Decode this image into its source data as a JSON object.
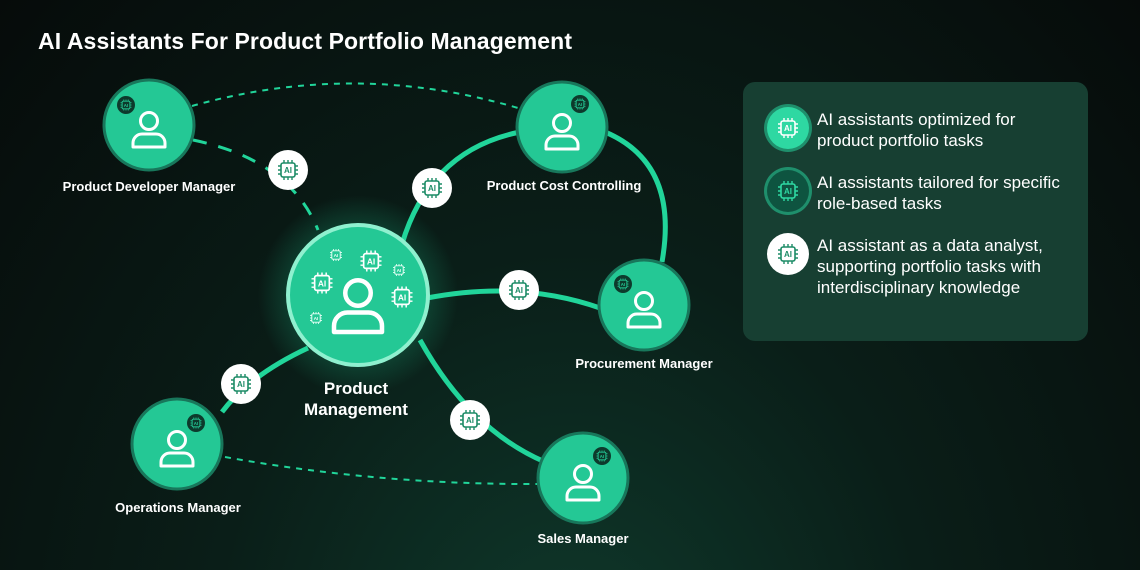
{
  "title": "AI Assistants For Product Portfolio Management",
  "center": {
    "line1": "Product",
    "line2": "Management"
  },
  "nodes": {
    "developer": "Product Developer Manager",
    "cost": "Product Cost Controlling",
    "procurement": "Procurement Manager",
    "operations": "Operations Manager",
    "sales": "Sales Manager"
  },
  "chip_text": "AI",
  "legend": [
    {
      "text": "AI assistants optimized for product portfolio tasks",
      "icon": "ai-chip-icon-bright"
    },
    {
      "text": "AI assistants tailored for specific role-based tasks",
      "icon": "ai-chip-icon-dark"
    },
    {
      "text": "AI assistant as a data analyst, supporting portfolio tasks with interdisciplinary knowledge",
      "icon": "ai-chip-icon-white"
    }
  ],
  "colors": {
    "accent": "#21d59a",
    "panel": "#173f32",
    "background": "#070d0b"
  }
}
